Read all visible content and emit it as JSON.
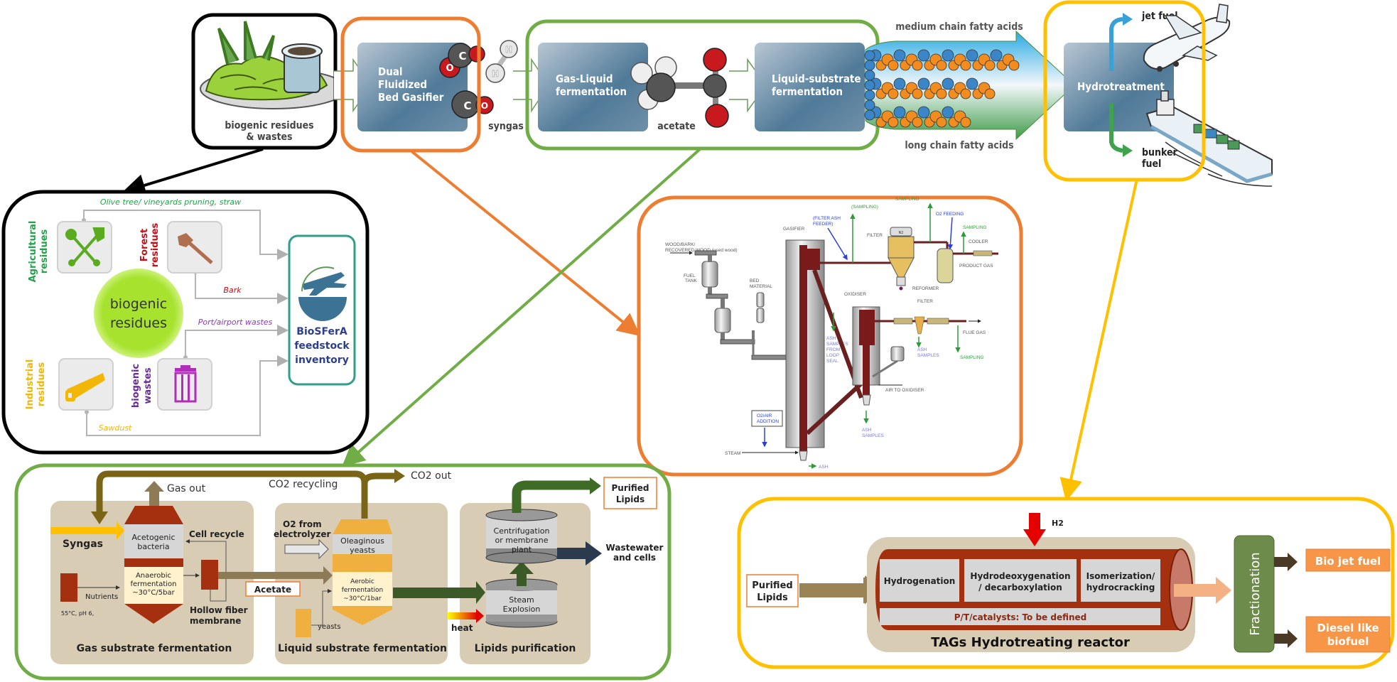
{
  "top_flow": {
    "feedstock_label_1": "biogenic residues",
    "feedstock_label_2": "& wastes",
    "gasifier_label": [
      "Dual",
      "Fluidized",
      "Bed Gasifier"
    ],
    "syngas_label": "syngas",
    "gas_liquid_label": [
      "Gas-Liquid",
      "fermentation"
    ],
    "acetate_label": "acetate",
    "liquid_substrate_label": [
      "Liquid-substrate",
      "fermentation"
    ],
    "medium_chain_label": "medium chain fatty acids",
    "long_chain_label": "long chain fatty acids",
    "hydrotreatment_label": "Hydrotreatment",
    "jet_fuel_label": "jet fuel",
    "bunker_fuel_label": [
      "bunker",
      "fuel"
    ],
    "molecule_atoms": {
      "carbon": "C",
      "oxygen": "O",
      "hydrogen": "H"
    }
  },
  "feedstock_panel": {
    "center_label": [
      "biogenic",
      "residues"
    ],
    "categories": [
      {
        "label": [
          "Agricultural",
          "residues"
        ],
        "color": "#22a34b",
        "icon": "fork-shovel-icon"
      },
      {
        "label": [
          "Forest",
          "residues"
        ],
        "color": "#c0111a",
        "icon": "axe-icon"
      },
      {
        "label": [
          "Industrial",
          "residues"
        ],
        "color": "#f2b705",
        "icon": "saw-icon"
      },
      {
        "label": [
          "biogenic",
          "wastes"
        ],
        "color": "#6a2a9b",
        "icon": "trash-bin-icon"
      }
    ],
    "flow_labels": {
      "olive": "Olive tree/ vineyards pruning, straw",
      "bark": "Bark",
      "port": "Port/airport wastes",
      "sawdust": "Sawdust"
    },
    "inventory_label": [
      "BioSFerA",
      "feedstock",
      "inventory"
    ]
  },
  "gasifier_panel": {
    "labels": {
      "wood_input": [
        "WOOD/BARK/",
        "RECOVERED WOOD (used wood)"
      ],
      "fuel_tank": [
        "FUEL",
        "TANK"
      ],
      "bed_material": [
        "BED",
        "MATERIAL"
      ],
      "gasifier": "GASIFIER",
      "filter_ash_feeder": [
        "(FILTER ASH",
        "FEEDER)"
      ],
      "sampling_paren": "(SAMPLING)",
      "sampling": "SAMPLING",
      "filter": "FILTER",
      "n2": "N2",
      "o2_feeding": "O2 FEEDING",
      "cooler": "COOLER",
      "product_gas": "PRODUCT GAS",
      "reformer": "REFORMER",
      "oxidiser": "OXIDISER",
      "flue_gas": "FLUE GAS",
      "ash_samples": [
        "ASH",
        "SAMPLES"
      ],
      "ash_loop": [
        "ASH",
        "SAMPLES",
        "FROM",
        "LOOP",
        "SEAL"
      ],
      "o2_air": [
        "O2/AIR",
        "ADDITION"
      ],
      "steam": "STEAM",
      "air_to_oxidiser": "AIR TO OXIDISER"
    }
  },
  "fermentation_panel": {
    "gas_out": "Gas out",
    "co2_recycling": "CO2 recycling",
    "co2_out": "CO2 out",
    "syngas": "Syngas",
    "acetogenic": [
      "Acetogenic",
      "bacteria"
    ],
    "anaerobic": [
      "Anaerobic",
      "fermentation",
      "~30°C/5bar"
    ],
    "cell_recycle": "Cell recycle",
    "nutrients": "Nutrients",
    "conditions": "55°C, pH 6,",
    "hollow_fiber": [
      "Hollow fiber",
      "membrane"
    ],
    "acetate": "Acetate",
    "o2_electrolyzer": [
      "O2 from",
      "electrolyzer"
    ],
    "oleaginous": [
      "Oleaginous",
      "yeasts"
    ],
    "aerobic": [
      "Aerobic",
      "fermentation",
      "~30°C/1bar"
    ],
    "yeasts": "yeasts",
    "heat": "heat",
    "centrifugation": [
      "Centrifugation",
      "or membrane",
      "plant"
    ],
    "steam_explosion": [
      "Steam",
      "Explosion"
    ],
    "purified_lipids": [
      "Purified",
      "Lipids"
    ],
    "wastewater": [
      "Wastewater",
      "and cells"
    ],
    "section_titles": [
      "Gas substrate fermentation",
      "Liquid substrate fermentation",
      "Lipids purification"
    ]
  },
  "hydrotreating_panel": {
    "purified_lipids": [
      "Purified",
      "Lipids"
    ],
    "h2": "H2",
    "steps": [
      [
        "Hydrogenation"
      ],
      [
        "Hydrodeoxygenation",
        "/ decarboxylation"
      ],
      [
        "Isomerization/",
        "hydrocracking"
      ]
    ],
    "catalysts": "P/T/catalysts: To be defined",
    "reactor_title": "TAGs Hydrotreating reactor",
    "fractionation": "Fractionation",
    "products": [
      [
        "Bio jet fuel"
      ],
      [
        "Diesel like",
        "biofuel"
      ]
    ]
  },
  "colors": {
    "feedstock_border": "#000000",
    "gasifier_border": "#ed7d31",
    "fermentation_border": "#70ad47",
    "hydro_border": "#ffc000",
    "inventory_border": "#2f9e8a",
    "reactor_red": "#a5300f",
    "beige": "#d9ccb5",
    "fraction_green": "#6d8b4a",
    "product_orange": "#f79646"
  }
}
